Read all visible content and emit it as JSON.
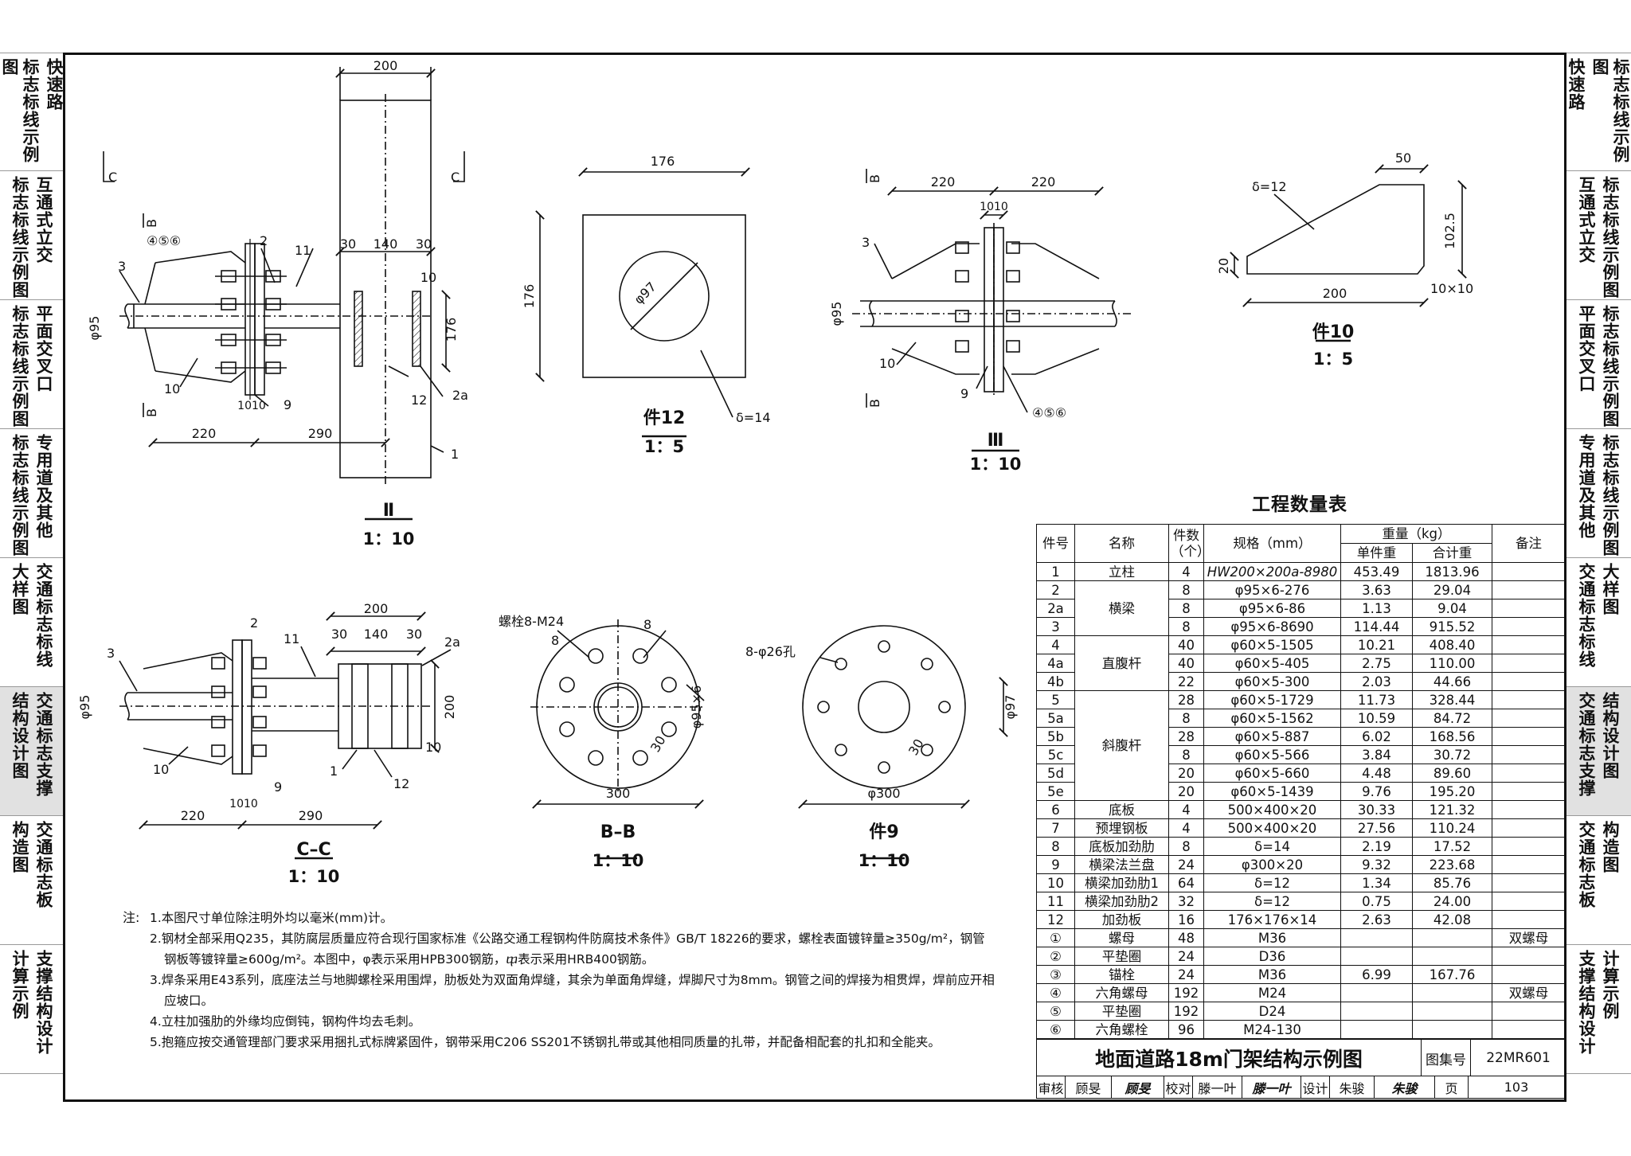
{
  "left_tabs": [
    {
      "cols": [
        "快速路",
        "标志标线示例图"
      ],
      "active": false
    },
    {
      "cols": [
        "互通式立交",
        "标志标线示例图"
      ],
      "active": false
    },
    {
      "cols": [
        "平面交叉口",
        "标志标线示例图"
      ],
      "active": false
    },
    {
      "cols": [
        "专用道及其他",
        "标志标线示例图"
      ],
      "active": false
    },
    {
      "cols": [
        "交通标志标线",
        "大样图"
      ],
      "active": false
    },
    {
      "cols": [
        "交通标志支撑",
        "结构设计图"
      ],
      "active": true
    },
    {
      "cols": [
        "交通标志板",
        "构造图"
      ],
      "active": false
    },
    {
      "cols": [
        "支撑结构设计",
        "计算示例"
      ],
      "active": false
    }
  ],
  "right_tabs": [
    {
      "cols": [
        "标志标线示例图",
        "快速路"
      ],
      "active": false
    },
    {
      "cols": [
        "标志标线示例图",
        "互通式立交"
      ],
      "active": false
    },
    {
      "cols": [
        "标志标线示例图",
        "平面交叉口"
      ],
      "active": false
    },
    {
      "cols": [
        "标志标线示例图",
        "专用道及其他"
      ],
      "active": false
    },
    {
      "cols": [
        "大样图",
        "交通标志标线"
      ],
      "active": false
    },
    {
      "cols": [
        "结构设计图",
        "交通标志支撑"
      ],
      "active": true
    },
    {
      "cols": [
        "构造图",
        "交通标志板"
      ],
      "active": false
    },
    {
      "cols": [
        "计算示例",
        "支撑结构设计"
      ],
      "active": false
    }
  ],
  "drawings": {
    "d2": {
      "name": "Ⅱ",
      "scale": "1：10",
      "dims": [
        "200",
        "30",
        "140",
        "30",
        "10",
        "176",
        "220",
        "290",
        "1010",
        "φ95"
      ],
      "section_marks": [
        "C",
        "C",
        "B",
        "B"
      ],
      "callouts": [
        "④⑤⑥",
        "2",
        "11",
        "3",
        "10",
        "9",
        "12",
        "2a",
        "1"
      ]
    },
    "p12": {
      "name": "件12",
      "scale": "1：5",
      "dims": [
        "176",
        "176",
        "φ97"
      ],
      "note": "δ=14"
    },
    "d3": {
      "name": "Ⅲ",
      "scale": "1：10",
      "dims": [
        "220",
        "220",
        "1010",
        "φ95"
      ],
      "section_marks": [
        "B",
        "B"
      ],
      "callouts": [
        "3",
        "10",
        "9",
        "④⑤⑥"
      ]
    },
    "p10": {
      "name": "件10",
      "scale": "1：5",
      "dims": [
        "50",
        "102.5",
        "20",
        "200",
        "10×10"
      ],
      "note": "δ=12"
    },
    "cc": {
      "name": "C–C",
      "scale": "1：10",
      "dims": [
        "200",
        "30",
        "140",
        "30",
        "200",
        "220",
        "290",
        "1010",
        "10",
        "φ95"
      ],
      "callouts": [
        "2",
        "11",
        "2a",
        "3",
        "10",
        "1",
        "9",
        "12"
      ]
    },
    "bb": {
      "name": "B–B",
      "scale": "1：10",
      "dims": [
        "300",
        "φ95×6",
        "30"
      ],
      "callouts": [
        "螺栓8-M24",
        "8",
        "8"
      ]
    },
    "p9": {
      "name": "件9",
      "scale": "1：10",
      "dims": [
        "φ300",
        "φ97",
        "30"
      ],
      "callouts": [
        "8-φ26孔"
      ]
    }
  },
  "qty": {
    "title": "工程数量表",
    "headers": {
      "no": "件号",
      "name": "名称",
      "count": "件数（个）",
      "spec": "规格（mm）",
      "weight": "重量（kg）",
      "unit": "单件重",
      "total": "合计重",
      "remark": "备注"
    },
    "rows": [
      {
        "no": "1",
        "name": "立柱",
        "count": "4",
        "spec": "HW200×200a-8980",
        "unit": "453.49",
        "total": "1813.96",
        "remark": ""
      },
      {
        "no": "2",
        "name": "横梁",
        "count": "8",
        "spec": "φ95×6-276",
        "unit": "3.63",
        "total": "29.04",
        "remark": ""
      },
      {
        "no": "2a",
        "name": "",
        "count": "8",
        "spec": "φ95×6-86",
        "unit": "1.13",
        "total": "9.04",
        "remark": ""
      },
      {
        "no": "3",
        "name": "",
        "count": "8",
        "spec": "φ95×6-8690",
        "unit": "114.44",
        "total": "915.52",
        "remark": ""
      },
      {
        "no": "4",
        "name": "直腹杆",
        "count": "40",
        "spec": "φ60×5-1505",
        "unit": "10.21",
        "total": "408.40",
        "remark": ""
      },
      {
        "no": "4a",
        "name": "",
        "count": "40",
        "spec": "φ60×5-405",
        "unit": "2.75",
        "total": "110.00",
        "remark": ""
      },
      {
        "no": "4b",
        "name": "",
        "count": "22",
        "spec": "φ60×5-300",
        "unit": "2.03",
        "total": "44.66",
        "remark": ""
      },
      {
        "no": "5",
        "name": "斜腹杆",
        "count": "28",
        "spec": "φ60×5-1729",
        "unit": "11.73",
        "total": "328.44",
        "remark": ""
      },
      {
        "no": "5a",
        "name": "",
        "count": "8",
        "spec": "φ60×5-1562",
        "unit": "10.59",
        "total": "84.72",
        "remark": ""
      },
      {
        "no": "5b",
        "name": "",
        "count": "28",
        "spec": "φ60×5-887",
        "unit": "6.02",
        "total": "168.56",
        "remark": ""
      },
      {
        "no": "5c",
        "name": "",
        "count": "8",
        "spec": "φ60×5-566",
        "unit": "3.84",
        "total": "30.72",
        "remark": ""
      },
      {
        "no": "5d",
        "name": "",
        "count": "20",
        "spec": "φ60×5-660",
        "unit": "4.48",
        "total": "89.60",
        "remark": ""
      },
      {
        "no": "5e",
        "name": "",
        "count": "20",
        "spec": "φ60×5-1439",
        "unit": "9.76",
        "total": "195.20",
        "remark": ""
      },
      {
        "no": "6",
        "name": "底板",
        "count": "4",
        "spec": "500×400×20",
        "unit": "30.33",
        "total": "121.32",
        "remark": ""
      },
      {
        "no": "7",
        "name": "预埋钢板",
        "count": "4",
        "spec": "500×400×20",
        "unit": "27.56",
        "total": "110.24",
        "remark": ""
      },
      {
        "no": "8",
        "name": "底板加劲肋",
        "count": "8",
        "spec": "δ=14",
        "unit": "2.19",
        "total": "17.52",
        "remark": ""
      },
      {
        "no": "9",
        "name": "横梁法兰盘",
        "count": "24",
        "spec": "φ300×20",
        "unit": "9.32",
        "total": "223.68",
        "remark": ""
      },
      {
        "no": "10",
        "name": "横梁加劲肋1",
        "count": "64",
        "spec": "δ=12",
        "unit": "1.34",
        "total": "85.76",
        "remark": ""
      },
      {
        "no": "11",
        "name": "横梁加劲肋2",
        "count": "32",
        "spec": "δ=12",
        "unit": "0.75",
        "total": "24.00",
        "remark": ""
      },
      {
        "no": "12",
        "name": "加劲板",
        "count": "16",
        "spec": "176×176×14",
        "unit": "2.63",
        "total": "42.08",
        "remark": ""
      },
      {
        "no": "①",
        "name": "螺母",
        "count": "48",
        "spec": "M36",
        "unit": "",
        "total": "",
        "remark": "双螺母"
      },
      {
        "no": "②",
        "name": "平垫圈",
        "count": "24",
        "spec": "D36",
        "unit": "",
        "total": "",
        "remark": ""
      },
      {
        "no": "③",
        "name": "锚栓",
        "count": "24",
        "spec": "M36",
        "unit": "6.99",
        "total": "167.76",
        "remark": ""
      },
      {
        "no": "④",
        "name": "六角螺母",
        "count": "192",
        "spec": "M24",
        "unit": "",
        "total": "",
        "remark": "双螺母"
      },
      {
        "no": "⑤",
        "name": "平垫圈",
        "count": "192",
        "spec": "D24",
        "unit": "",
        "total": "",
        "remark": ""
      },
      {
        "no": "⑥",
        "name": "六角螺栓",
        "count": "96",
        "spec": "M24-130",
        "unit": "",
        "total": "",
        "remark": ""
      }
    ]
  },
  "notes": {
    "title": "注:",
    "items": [
      "1.本图尺寸单位除注明外均以毫米(mm)计。",
      "2.钢材全部采用Q235，其防腐层质量应符合现行国家标准《公路交通工程钢构件防腐技术条件》GB/T 18226的要求，螺栓表面镀锌量≥350g/m²，钢管钢板等镀锌量≥600g/m²。本图中，φ表示采用HPB300钢筋，ⴔ表示采用HRB400钢筋。",
      "3.焊条采用E43系列，底座法兰与地脚螺栓采用围焊，肋板处为双面角焊缝，其余为单面角焊缝，焊脚尺寸为8mm。钢管之间的焊接为相贯焊，焊前应开相应坡口。",
      "4.立柱加强肋的外缘均应倒钝，钢构件均去毛刺。",
      "5.抱箍应按交通管理部门要求采用捆扎式标牌紧固件，钢带采用C206 SS201不锈钢扎带或其他相同质量的扎带，并配备相配套的扎扣和全能夹。"
    ]
  },
  "title_block": {
    "title": "地面道路18m门架结构示例图",
    "atlas_label": "图集号",
    "atlas_no": "22MR601",
    "review_label": "审核",
    "reviewer": "顾旻",
    "reviewer_sig": "顾旻",
    "check_label": "校对",
    "checker": "滕一叶",
    "checker_sig": "滕一叶",
    "design_label": "设计",
    "designer": "朱骏",
    "designer_sig": "朱骏",
    "page_label": "页",
    "page_no": "103"
  }
}
